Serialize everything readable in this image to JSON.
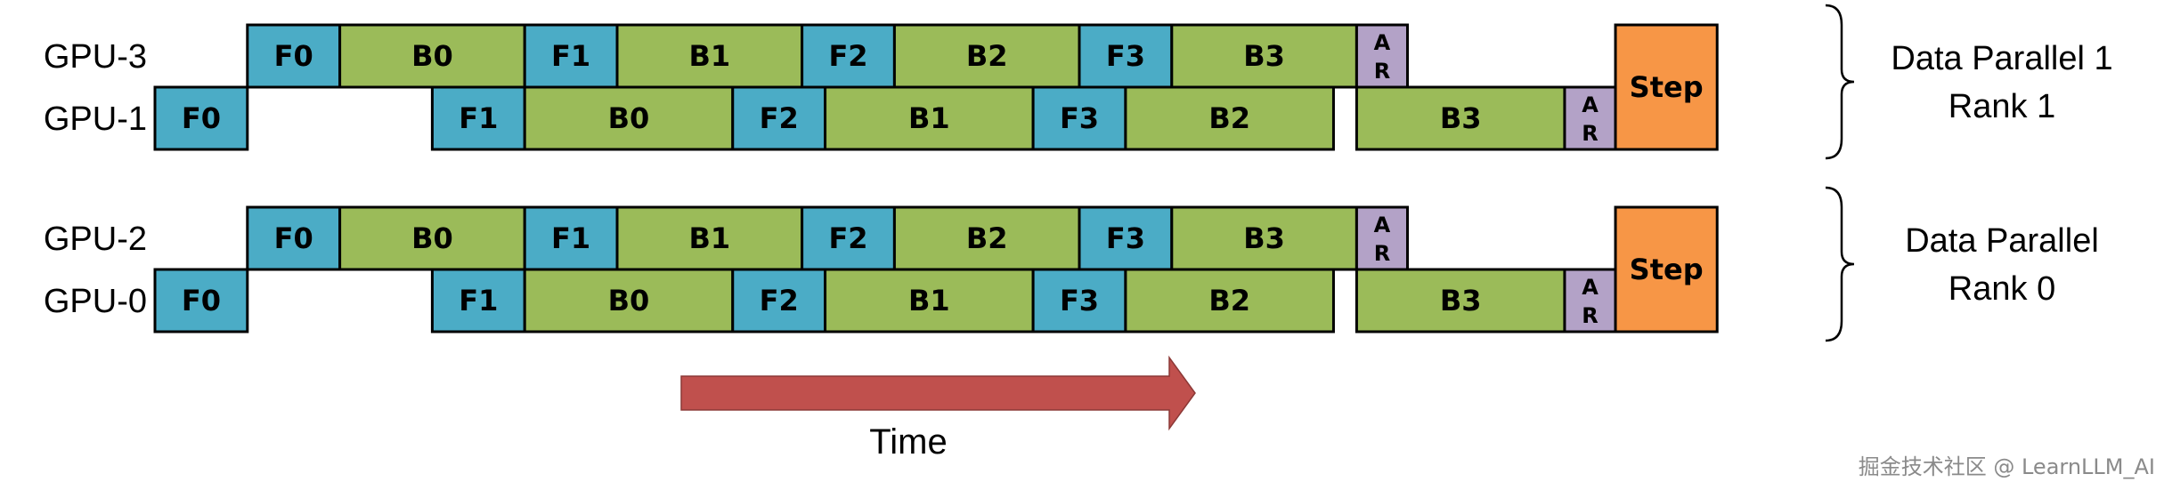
{
  "colors": {
    "forward": "#4bacc6",
    "backward": "#9bbb59",
    "allreduce": "#b3a2c7",
    "step": "#f79646",
    "arrow": "#c0504d",
    "outline": "#000000"
  },
  "rows": [
    {
      "label": "GPU-3",
      "blocks": [
        {
          "kind": "forward",
          "text": "F0",
          "start": 1,
          "end": 2
        },
        {
          "kind": "backward",
          "text": "B0",
          "start": 2,
          "end": 4
        },
        {
          "kind": "forward",
          "text": "F1",
          "start": 4,
          "end": 5
        },
        {
          "kind": "backward",
          "text": "B1",
          "start": 5,
          "end": 7
        },
        {
          "kind": "forward",
          "text": "F2",
          "start": 7,
          "end": 8
        },
        {
          "kind": "backward",
          "text": "B2",
          "start": 8,
          "end": 10
        },
        {
          "kind": "forward",
          "text": "F3",
          "start": 10,
          "end": 11
        },
        {
          "kind": "backward",
          "text": "B3",
          "start": 11,
          "end": 13
        },
        {
          "kind": "allreduce",
          "text": "AR",
          "start": 13,
          "end": 13.55
        }
      ]
    },
    {
      "label": "GPU-1",
      "blocks": [
        {
          "kind": "forward",
          "text": "F0",
          "start": 0,
          "end": 1
        },
        {
          "kind": "forward",
          "text": "F1",
          "start": 3,
          "end": 4
        },
        {
          "kind": "backward",
          "text": "B0",
          "start": 4,
          "end": 6.25
        },
        {
          "kind": "forward",
          "text": "F2",
          "start": 6.25,
          "end": 7.25
        },
        {
          "kind": "backward",
          "text": "B1",
          "start": 7.25,
          "end": 9.5
        },
        {
          "kind": "forward",
          "text": "F3",
          "start": 9.5,
          "end": 10.5
        },
        {
          "kind": "backward",
          "text": "B2",
          "start": 10.5,
          "end": 12.75
        },
        {
          "kind": "backward",
          "text": "B3",
          "start": 13,
          "end": 15.25
        },
        {
          "kind": "allreduce",
          "text": "AR",
          "start": 15.25,
          "end": 15.8
        }
      ]
    },
    {
      "label": "GPU-2",
      "blocks": [
        {
          "kind": "forward",
          "text": "F0",
          "start": 1,
          "end": 2
        },
        {
          "kind": "backward",
          "text": "B0",
          "start": 2,
          "end": 4
        },
        {
          "kind": "forward",
          "text": "F1",
          "start": 4,
          "end": 5
        },
        {
          "kind": "backward",
          "text": "B1",
          "start": 5,
          "end": 7
        },
        {
          "kind": "forward",
          "text": "F2",
          "start": 7,
          "end": 8
        },
        {
          "kind": "backward",
          "text": "B2",
          "start": 8,
          "end": 10
        },
        {
          "kind": "forward",
          "text": "F3",
          "start": 10,
          "end": 11
        },
        {
          "kind": "backward",
          "text": "B3",
          "start": 11,
          "end": 13
        },
        {
          "kind": "allreduce",
          "text": "AR",
          "start": 13,
          "end": 13.55
        }
      ]
    },
    {
      "label": "GPU-0",
      "blocks": [
        {
          "kind": "forward",
          "text": "F0",
          "start": 0,
          "end": 1
        },
        {
          "kind": "forward",
          "text": "F1",
          "start": 3,
          "end": 4
        },
        {
          "kind": "backward",
          "text": "B0",
          "start": 4,
          "end": 6.25
        },
        {
          "kind": "forward",
          "text": "F2",
          "start": 6.25,
          "end": 7.25
        },
        {
          "kind": "backward",
          "text": "B1",
          "start": 7.25,
          "end": 9.5
        },
        {
          "kind": "forward",
          "text": "F3",
          "start": 9.5,
          "end": 10.5
        },
        {
          "kind": "backward",
          "text": "B2",
          "start": 10.5,
          "end": 12.75
        },
        {
          "kind": "backward",
          "text": "B3",
          "start": 13,
          "end": 15.25
        },
        {
          "kind": "allreduce",
          "text": "AR",
          "start": 15.25,
          "end": 15.8
        }
      ]
    }
  ],
  "steps": [
    {
      "text": "Step",
      "start": 15.8,
      "end": 16.9,
      "rows": [
        0,
        1
      ]
    },
    {
      "text": "Step",
      "start": 15.8,
      "end": 16.9,
      "rows": [
        2,
        3
      ]
    }
  ],
  "groups": [
    {
      "line1": "Data Parallel 1",
      "line2": "Rank 1"
    },
    {
      "line1": "Data Parallel",
      "line2": "Rank 0"
    }
  ],
  "time_label": "Time",
  "watermark": "掘金技术社区 @ LearnLLM_AI"
}
